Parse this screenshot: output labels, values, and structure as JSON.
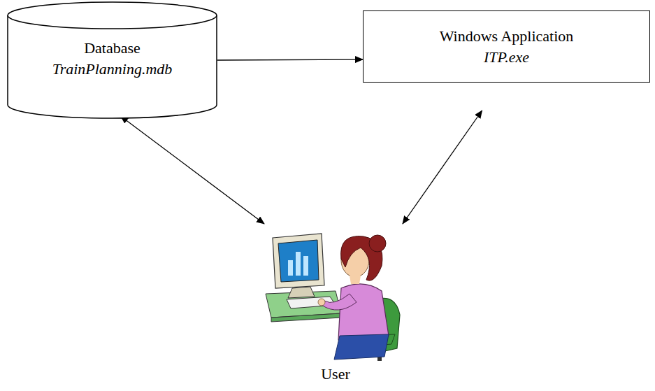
{
  "diagram": {
    "nodes": [
      {
        "text": [
          "Database",
          "TrainPlanning.mdb"
        ]
      },
      {
        "text": [
          "Windows Application",
          "ITP.exe"
        ]
      },
      {
        "text": [
          "User"
        ]
      }
    ],
    "edges": [
      {
        "from": 0,
        "to": 1,
        "arrow": "to"
      },
      {
        "from": 0,
        "to": 2,
        "arrow": "both"
      },
      {
        "from": 1,
        "to": 2,
        "arrow": "both"
      }
    ]
  }
}
